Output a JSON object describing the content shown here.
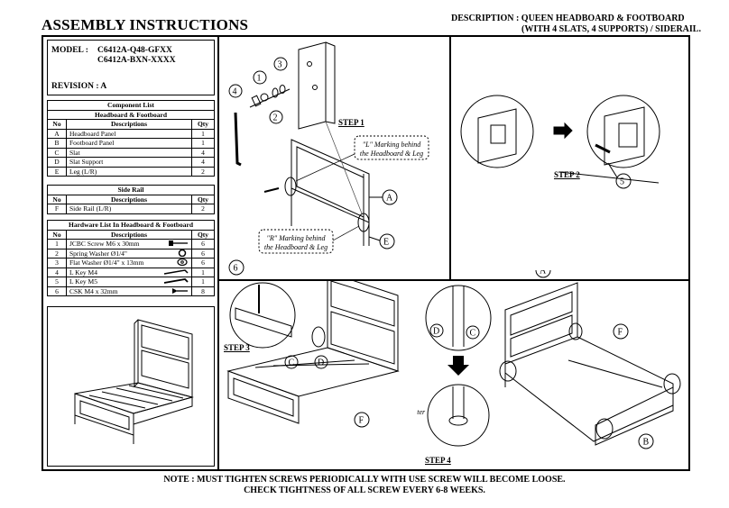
{
  "header": {
    "title": "ASSEMBLY INSTRUCTIONS",
    "description_label": "DESCRIPTION :",
    "description_line1": "QUEEN HEADBOARD & FOOTBOARD",
    "description_line2": "(WITH 4 SLATS, 4 SUPPORTS) / SIDERAIL."
  },
  "model": {
    "label": "MODEL :",
    "code1": "C6412A-Q48-GFXX",
    "code2": "C6412A-BXN-XXXX",
    "revision": "REVISION : A"
  },
  "component_list": {
    "title": "Component List",
    "group1_title": "Headboard & Footboard",
    "col_no": "No",
    "col_desc": "Descriptions",
    "col_qty": "Qty",
    "rows": [
      {
        "no": "A",
        "desc": "Headboard Panel",
        "qty": "1"
      },
      {
        "no": "B",
        "desc": "Footboard Panel",
        "qty": "1"
      },
      {
        "no": "C",
        "desc": "Slat",
        "qty": "4"
      },
      {
        "no": "D",
        "desc": "Slat Support",
        "qty": "4"
      },
      {
        "no": "E",
        "desc": "Leg (L/R)",
        "qty": "2"
      }
    ]
  },
  "side_rail": {
    "title": "Side Rail",
    "col_no": "No",
    "col_desc": "Descriptions",
    "col_qty": "Qty",
    "rows": [
      {
        "no": "F",
        "desc": "Side Rail (L/R)",
        "qty": "2"
      }
    ]
  },
  "hardware": {
    "title": "Hardware List In Headboard & Footboard",
    "col_no": "No",
    "col_desc": "Descriptions",
    "col_qty": "Qty",
    "rows": [
      {
        "no": "1",
        "desc": "JCBC Screw M6 x 30mm",
        "qty": "6"
      },
      {
        "no": "2",
        "desc": "Spring Washer Ø1/4\"",
        "qty": "6"
      },
      {
        "no": "3",
        "desc": "Flat Washer Ø1/4\" x 13mm",
        "qty": "6"
      },
      {
        "no": "4",
        "desc": "L Key M4",
        "qty": "1"
      },
      {
        "no": "5",
        "desc": "L Key M5",
        "qty": "1"
      },
      {
        "no": "6",
        "desc": "CSK M4 x 32mm",
        "qty": "8"
      }
    ]
  },
  "steps": {
    "step1": "STEP 1",
    "step2": "STEP 2",
    "step3": "STEP 3",
    "step4": "STEP 4"
  },
  "annotations": {
    "l_mark": "\"L\" Marking behind the Headboard & Leg",
    "l_mark_line1": "\"L\" Marking behind",
    "l_mark_line2": "the Headboard & Leg",
    "r_mark_line1": "\"R\" Marking behind",
    "r_mark_line2": "the Headboard & Leg",
    "adjuster": "Adjuster"
  },
  "callouts": {
    "a": "A",
    "b": "B",
    "c": "C",
    "d": "D",
    "e": "E",
    "f": "F",
    "n1": "1",
    "n2": "2",
    "n3": "3",
    "n4": "4",
    "n5": "5",
    "n6": "6"
  },
  "note": {
    "line1": "NOTE : MUST TIGHTEN SCREWS PERIODICALLY WITH USE SCREW WILL BECOME LOOSE.",
    "line2": "CHECK TIGHTNESS OF ALL SCREW EVERY 6-8 WEEKS."
  }
}
